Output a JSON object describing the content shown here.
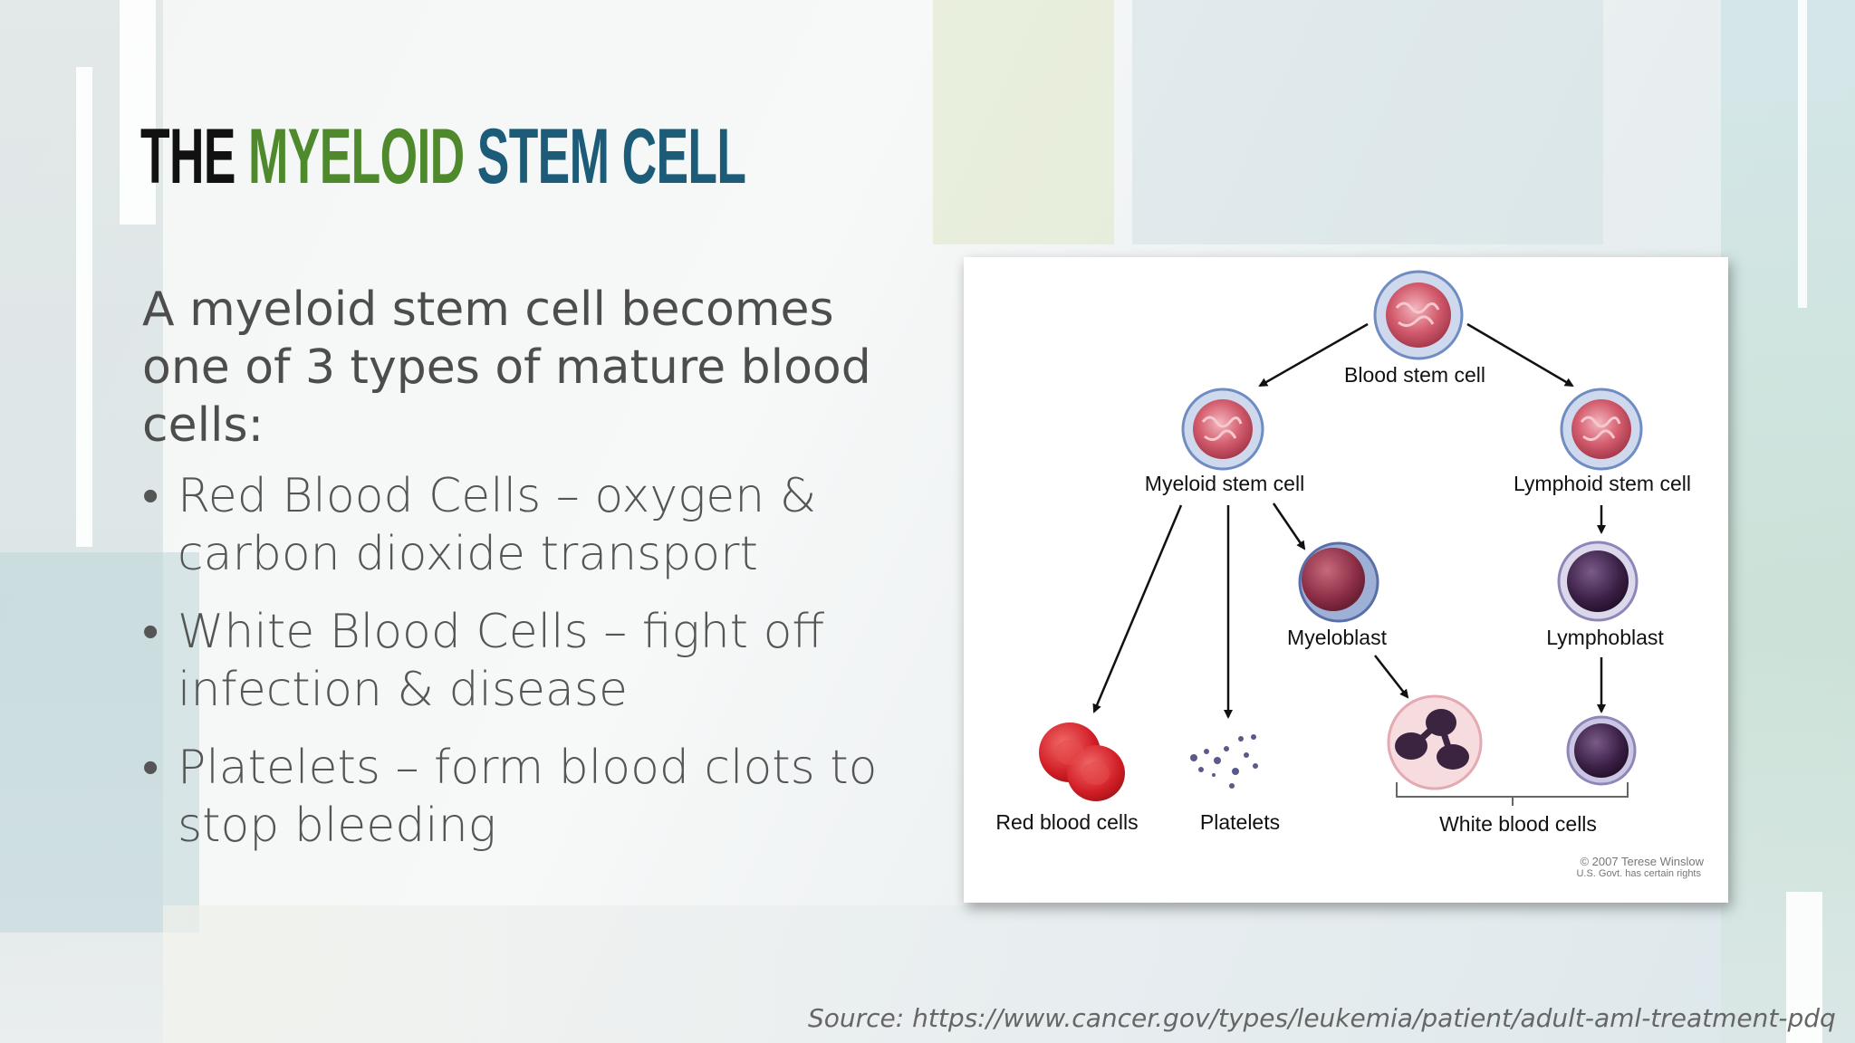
{
  "slide": {
    "title_parts": {
      "the": "THE",
      "myeloid": "MYELOID",
      "rest": "STEM CELL"
    },
    "intro": "A myeloid stem cell becomes one of 3 types of mature blood cells:",
    "bullets": [
      "Red Blood Cells – oxygen & carbon dioxide transport",
      "White Blood Cells – fight off infection & disease",
      "Platelets – form blood clots to stop bleeding"
    ],
    "source": "Source: https://www.cancer.gov/types/leukemia/patient/adult-aml-treatment-pdq"
  },
  "diagram": {
    "labels": {
      "blood_stem_cell": "Blood stem cell",
      "myeloid_stem_cell": "Myeloid stem cell",
      "lymphoid_stem_cell": "Lymphoid stem cell",
      "myeloblast": "Myeloblast",
      "lymphoblast": "Lymphoblast",
      "red_blood_cells": "Red blood cells",
      "platelets": "Platelets",
      "white_blood_cells": "White blood cells"
    },
    "copyright": [
      "© 2007 Terese Winslow",
      "U.S. Govt. has certain rights"
    ]
  },
  "colors": {
    "title_black": "#111111",
    "title_green": "#4e8a2b",
    "title_teal": "#1d5c78",
    "body_text": "#4d4d4d"
  }
}
